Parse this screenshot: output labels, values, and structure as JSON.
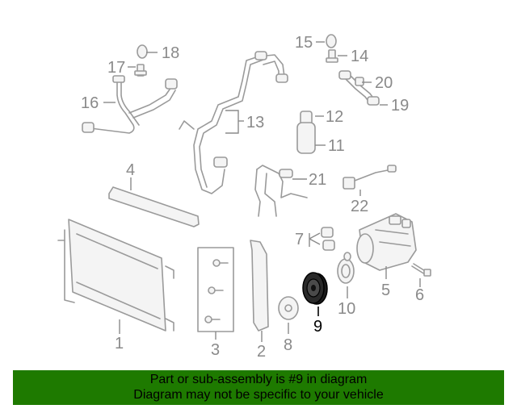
{
  "callouts": {
    "c1": "1",
    "c2": "2",
    "c3": "3",
    "c4": "4",
    "c5": "5",
    "c6": "6",
    "c7": "7",
    "c8": "8",
    "c9": "9",
    "c10": "10",
    "c11": "11",
    "c12": "12",
    "c13": "13",
    "c14": "14",
    "c15": "15",
    "c16": "16",
    "c17": "17",
    "c18": "18",
    "c19": "19",
    "c20": "20",
    "c21": "21",
    "c22": "22"
  },
  "highlighted_part": "9",
  "colors": {
    "banner": "#1e7a00",
    "highlight": "#000000",
    "parts": "#9a9a9a"
  },
  "banner": {
    "line1": "Part or sub-assembly is #9 in diagram",
    "line2": "Diagram may not be specific to your vehicle"
  }
}
